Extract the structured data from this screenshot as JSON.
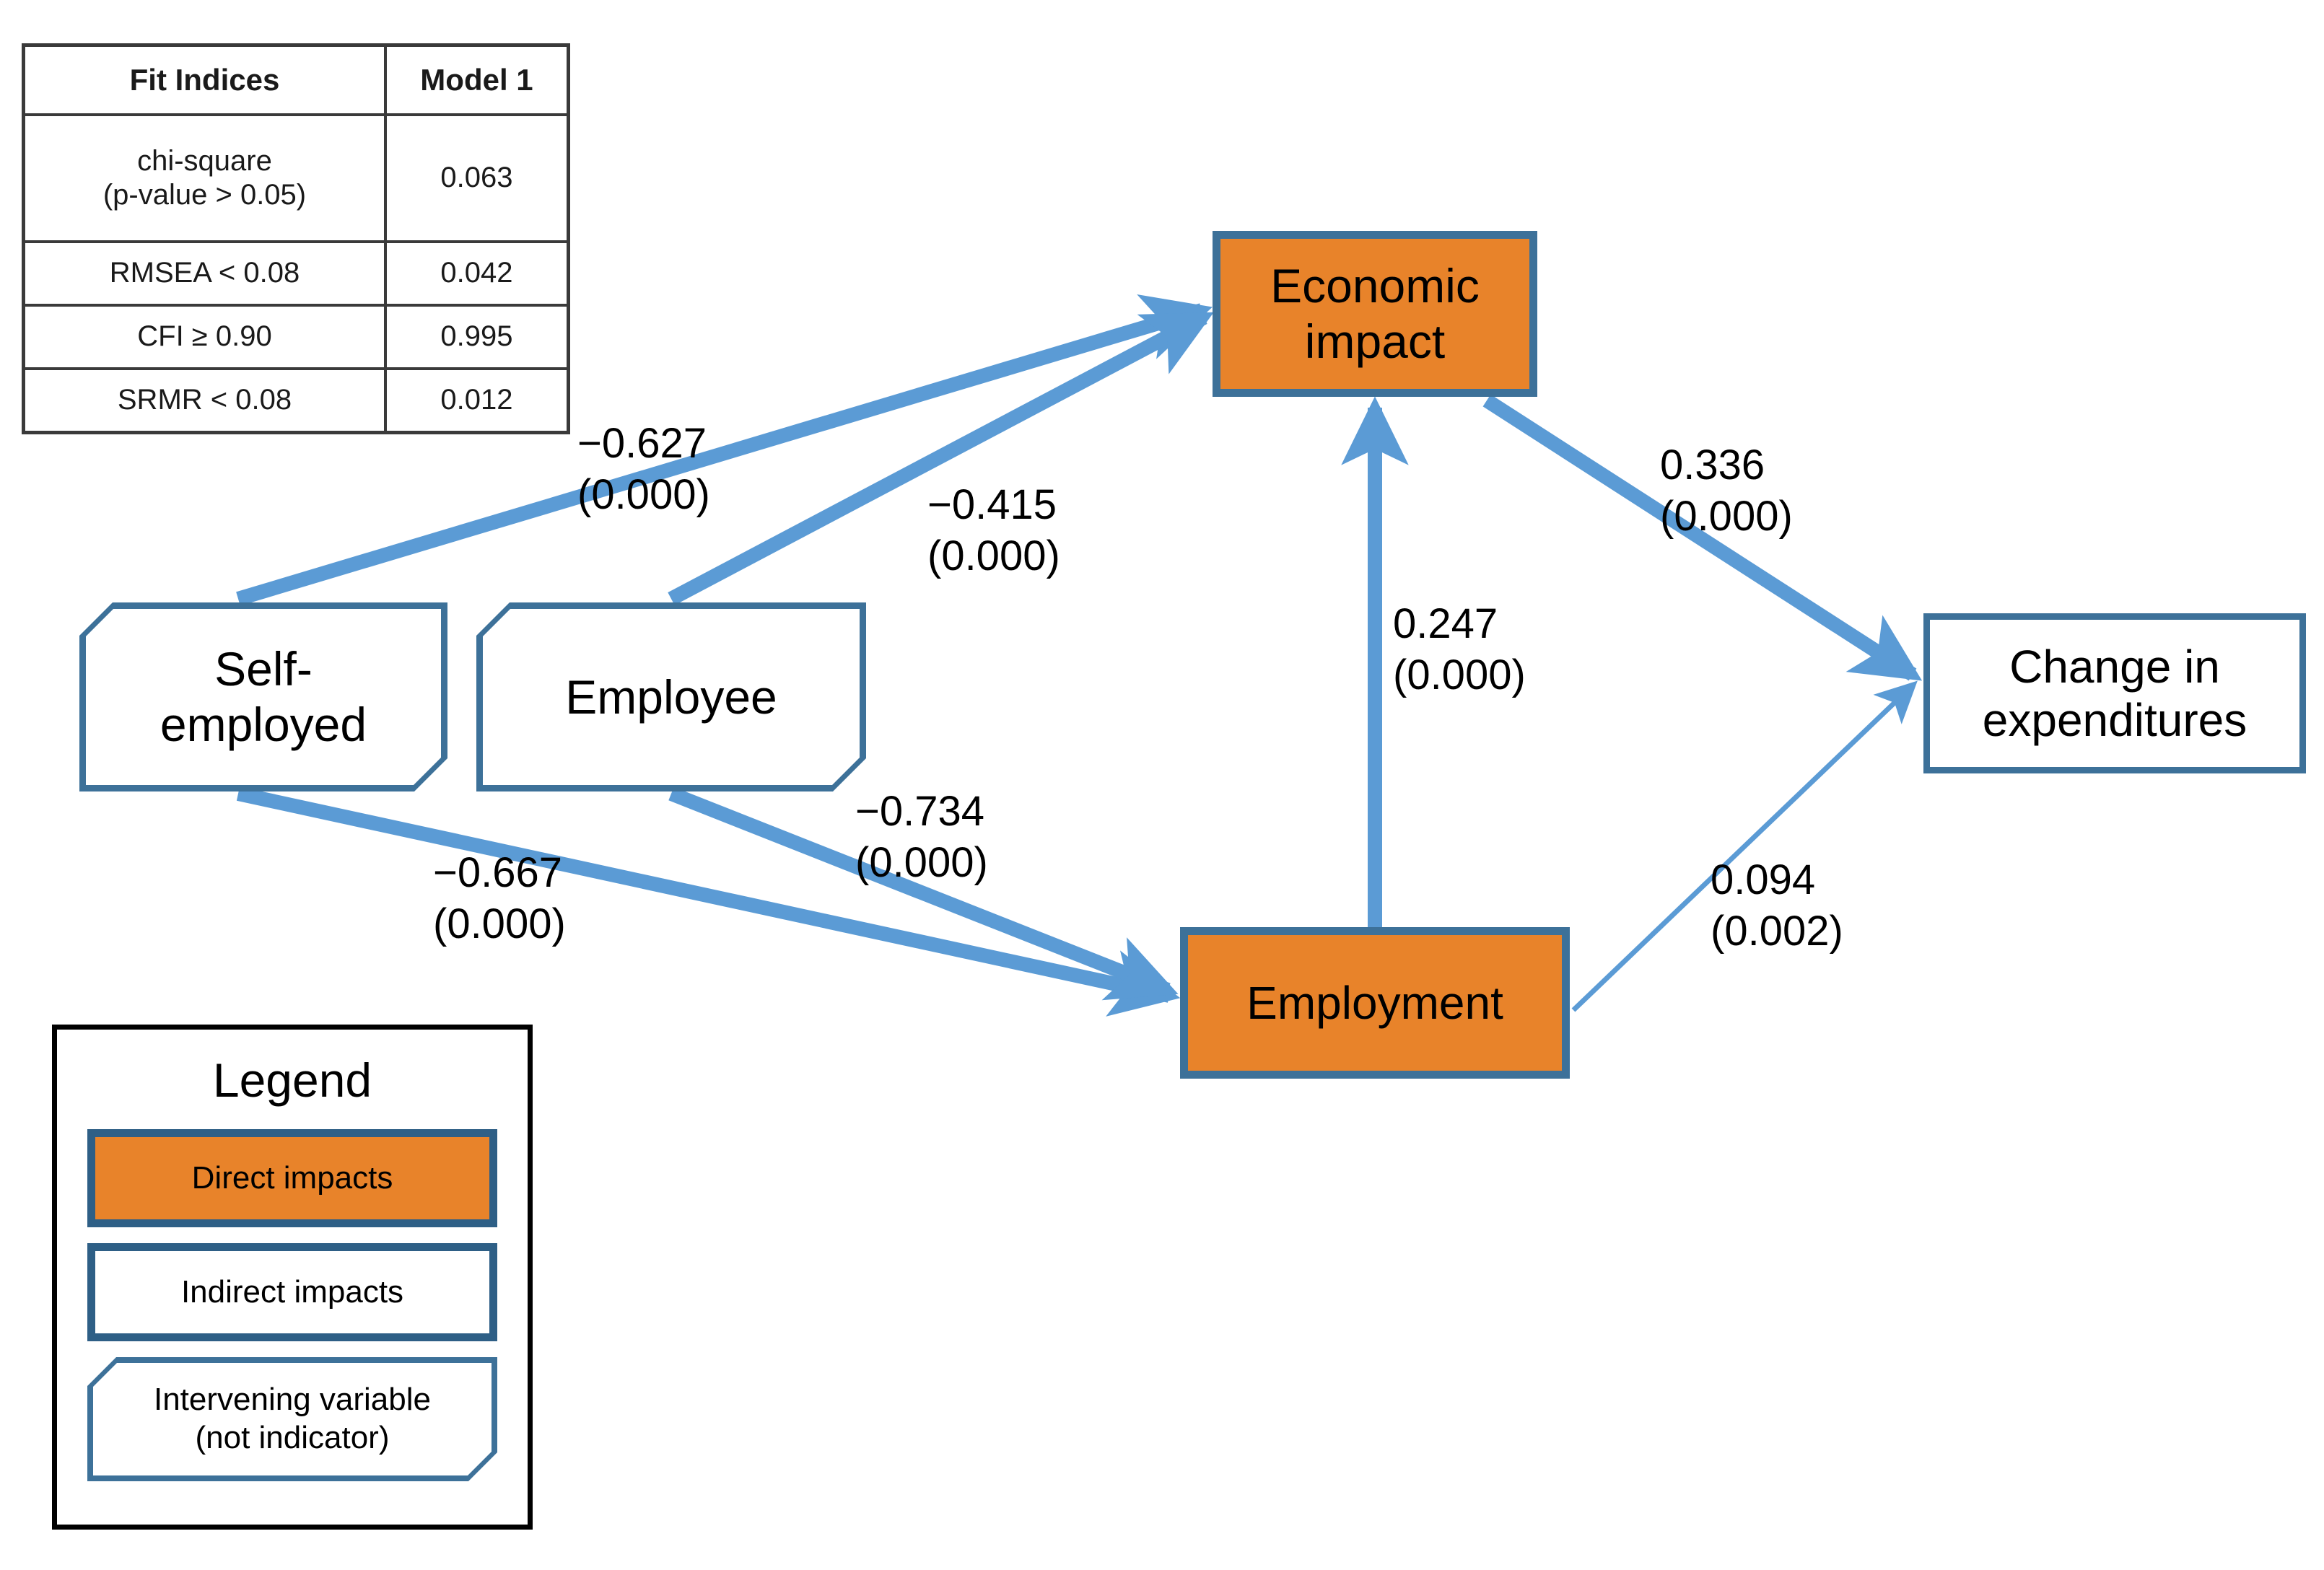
{
  "fit_table": {
    "headers": [
      "Fit Indices",
      "Model 1"
    ],
    "rows": [
      {
        "label": "chi-square\n(p-value > 0.05)",
        "value": "0.063"
      },
      {
        "label": "RMSEA < 0.08",
        "value": "0.042"
      },
      {
        "label": "CFI ≥ 0.90",
        "value": "0.995"
      },
      {
        "label": "SRMR < 0.08",
        "value": "0.012"
      }
    ]
  },
  "nodes": {
    "self_employed": "Self-\nemployed",
    "employee": "Employee",
    "economic_impact": "Economic\nimpact",
    "employment": "Employment",
    "change_expenditures": "Change in\nexpenditures"
  },
  "edge_labels": {
    "self_employed_to_economic_impact": "−0.627\n(0.000)",
    "employee_to_economic_impact": "−0.415\n(0.000)",
    "self_employed_to_employment": "−0.667\n(0.000)",
    "employee_to_employment": "−0.734\n(0.000)",
    "employment_to_economic_impact": "0.247\n(0.000)",
    "economic_impact_to_change": "0.336\n(0.000)",
    "employment_to_change": "0.094\n(0.002)"
  },
  "legend": {
    "title": "Legend",
    "items": [
      {
        "label": "Direct impacts",
        "style": "direct"
      },
      {
        "label": "Indirect impacts",
        "style": "indirect"
      },
      {
        "label": "Intervening variable\n(not indicator)",
        "style": "intervening"
      }
    ]
  },
  "colors": {
    "arrow": "#5b9bd5",
    "node_border": "#3d7199",
    "direct_fill": "#e8832a",
    "legend_border": "#2e5f86",
    "table_border": "#3a3a3a",
    "text": "#000000"
  },
  "chart_data": {
    "type": "diagram",
    "title": "Structural equation model path diagram",
    "nodes": [
      {
        "id": "self_employed",
        "label": "Self-employed",
        "kind": "intervening variable",
        "fill": "white"
      },
      {
        "id": "employee",
        "label": "Employee",
        "kind": "intervening variable",
        "fill": "white"
      },
      {
        "id": "economic_impact",
        "label": "Economic impact",
        "kind": "direct impact",
        "fill": "orange"
      },
      {
        "id": "employment",
        "label": "Employment",
        "kind": "direct impact",
        "fill": "orange"
      },
      {
        "id": "change_expenditures",
        "label": "Change in expenditures",
        "kind": "indirect impact",
        "fill": "white"
      }
    ],
    "edges": [
      {
        "from": "self_employed",
        "to": "economic_impact",
        "coefficient": -0.627,
        "p_value": 0.0,
        "weight": "thick"
      },
      {
        "from": "employee",
        "to": "economic_impact",
        "coefficient": -0.415,
        "p_value": 0.0,
        "weight": "thick"
      },
      {
        "from": "self_employed",
        "to": "employment",
        "coefficient": -0.667,
        "p_value": 0.0,
        "weight": "thick"
      },
      {
        "from": "employee",
        "to": "employment",
        "coefficient": -0.734,
        "p_value": 0.0,
        "weight": "thick"
      },
      {
        "from": "employment",
        "to": "economic_impact",
        "coefficient": 0.247,
        "p_value": 0.0,
        "weight": "thick"
      },
      {
        "from": "economic_impact",
        "to": "change_expenditures",
        "coefficient": 0.336,
        "p_value": 0.0,
        "weight": "thick"
      },
      {
        "from": "employment",
        "to": "change_expenditures",
        "coefficient": 0.094,
        "p_value": 0.002,
        "weight": "thin"
      }
    ],
    "fit_indices": {
      "model": "Model 1",
      "chi_square_p_value": 0.063,
      "RMSEA": 0.042,
      "CFI": 0.995,
      "SRMR": 0.012
    }
  }
}
